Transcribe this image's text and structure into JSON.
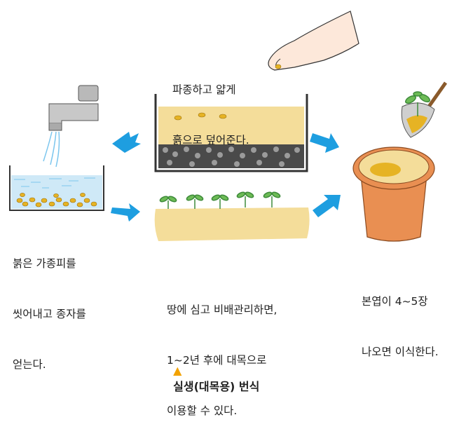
{
  "steps": {
    "wash": {
      "line1": "붉은 가종피를",
      "line2": "씻어내고 종자를",
      "line3": "얻는다."
    },
    "sow": {
      "line1": "파종하고 얇게",
      "line2": "흙으로 덮어준다."
    },
    "field": {
      "line1": "땅에 심고 비배관리하면,",
      "line2": "1~2년 후에 대목으로",
      "line3": "이용할 수 있다."
    },
    "transplant": {
      "line1": "본엽이 4~5장",
      "line2": "나오면 이식한다."
    }
  },
  "caption": {
    "marker": "▲",
    "text": "실생(대목용) 번식"
  },
  "colors": {
    "arrow": "#1e9ee0",
    "soil": "#f4dd9a",
    "seed": "#e6b324",
    "pot": "#e98f52",
    "caption_marker": "#f2a200"
  }
}
